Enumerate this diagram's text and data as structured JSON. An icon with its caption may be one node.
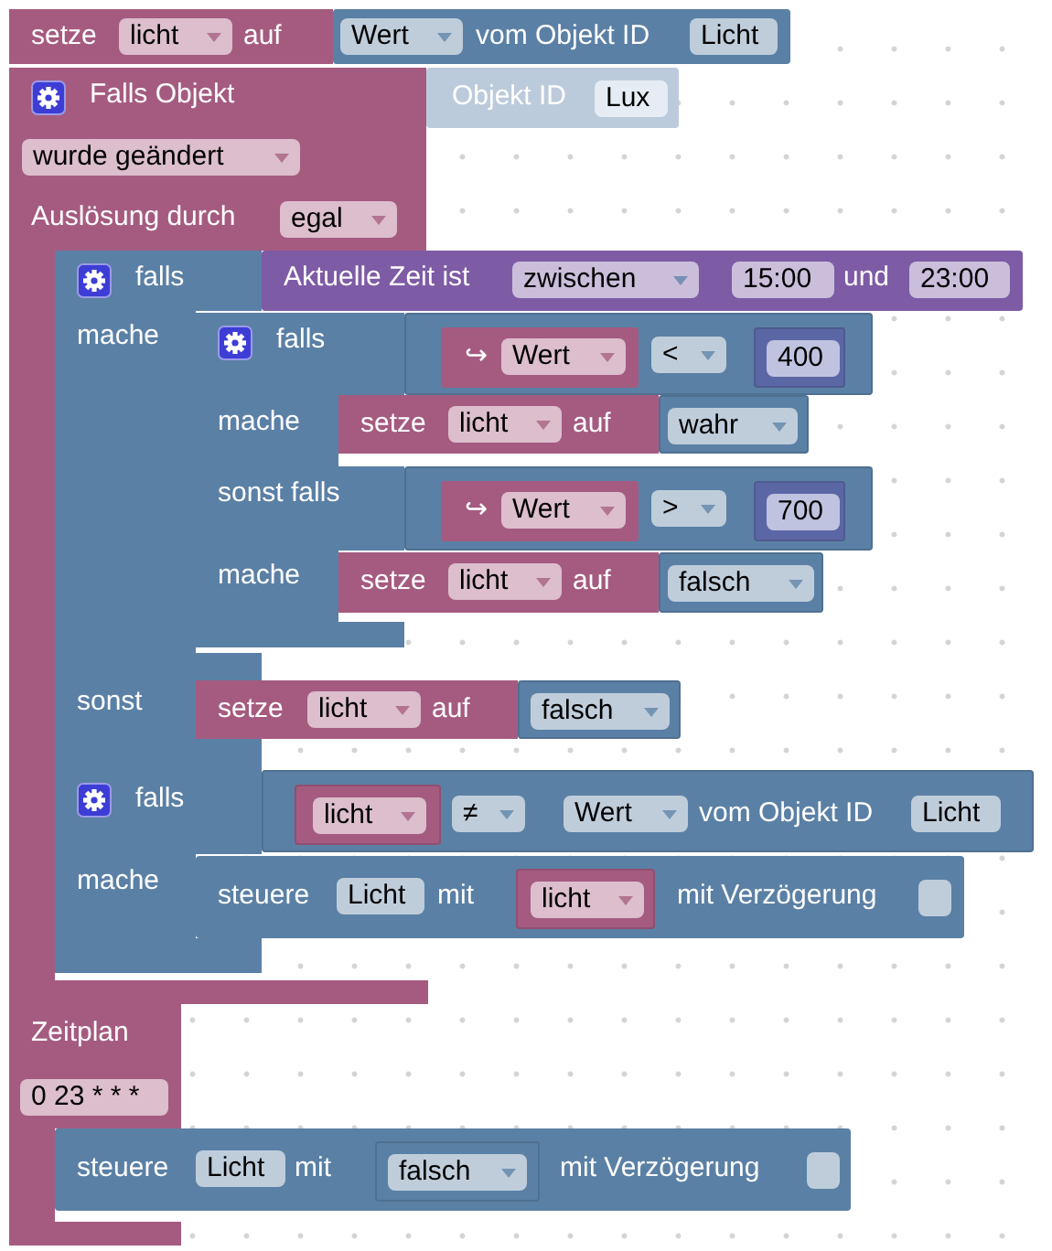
{
  "diagram": {
    "nodes": [
      {
        "text": [
          "setze",
          "auf"
        ]
      },
      {
        "text": [
          "licht"
        ],
        "in": 0
      },
      {
        "text": [
          "vom Objekt ID"
        ],
        "in": 0
      },
      {
        "text": [
          "Wert"
        ],
        "in": 2
      },
      {
        "text": [
          "Licht"
        ],
        "in": 2
      },
      {
        "text": [
          "Falls Objekt",
          "Auslösung durch"
        ]
      },
      {
        "text": [
          "wurde geändert"
        ],
        "in": 5
      },
      {
        "text": [
          "egal"
        ],
        "in": 5
      },
      {
        "text": [
          "Objekt ID"
        ],
        "in": 5
      },
      {
        "text": [
          "Lux"
        ],
        "in": 8
      },
      {
        "text": [
          "falls",
          "mache",
          "sonst"
        ],
        "in": 5
      },
      {
        "text": [
          "Aktuelle Zeit ist",
          "und"
        ],
        "in": 10
      },
      {
        "text": [
          "zwischen"
        ],
        "in": 11
      },
      {
        "text": [
          "15:00"
        ],
        "in": 11
      },
      {
        "text": [
          "23:00"
        ],
        "in": 11
      },
      {
        "text": [
          "falls",
          "mache",
          "sonst falls",
          "mache"
        ],
        "in": 10
      },
      {
        "text": [],
        "shape": "box",
        "in": 15
      },
      {
        "text": [
          "↪"
        ],
        "in": 16
      },
      {
        "text": [
          "Wert"
        ],
        "in": 17
      },
      {
        "text": [
          "<"
        ],
        "in": 16
      },
      {
        "text": [],
        "shape": "box",
        "in": 16
      },
      {
        "text": [
          "400"
        ],
        "in": 20
      },
      {
        "text": [
          "setze",
          "auf"
        ],
        "in": 15
      },
      {
        "text": [
          "licht"
        ],
        "in": 22
      },
      {
        "text": [],
        "shape": "box",
        "in": 22
      },
      {
        "text": [
          "wahr"
        ],
        "in": 24
      },
      {
        "text": [],
        "shape": "box",
        "in": 15
      },
      {
        "text": [
          "↪"
        ],
        "in": 26
      },
      {
        "text": [
          "Wert"
        ],
        "in": 27
      },
      {
        "text": [
          ">"
        ],
        "in": 26
      },
      {
        "text": [],
        "shape": "box",
        "in": 26
      },
      {
        "text": [
          "700"
        ],
        "in": 30
      },
      {
        "text": [
          "setze",
          "auf"
        ],
        "in": 15
      },
      {
        "text": [
          "licht"
        ],
        "in": 32
      },
      {
        "text": [],
        "shape": "box",
        "in": 32
      },
      {
        "text": [
          "falsch"
        ],
        "in": 34
      },
      {
        "text": [
          "setze",
          "auf"
        ],
        "in": 10
      },
      {
        "text": [
          "licht"
        ],
        "in": 36
      },
      {
        "text": [],
        "shape": "box",
        "in": 36
      },
      {
        "text": [
          "falsch"
        ],
        "in": 38
      },
      {
        "text": [
          "falls",
          "mache"
        ],
        "in": 5
      },
      {
        "text": [],
        "shape": "box",
        "in": 40
      },
      {
        "text": [],
        "shape": "box",
        "in": 41
      },
      {
        "text": [
          "licht"
        ],
        "in": 42
      },
      {
        "text": [
          "≠"
        ],
        "in": 41
      },
      {
        "text": [
          "vom Objekt ID"
        ],
        "in": 41
      },
      {
        "text": [
          "Wert"
        ],
        "in": 45
      },
      {
        "text": [
          "Licht"
        ],
        "in": 45
      },
      {
        "text": [
          "steuere",
          "mit",
          "mit Verzögerung"
        ],
        "in": 40
      },
      {
        "text": [
          "Licht"
        ],
        "in": 48
      },
      {
        "text": [],
        "shape": "box",
        "in": 48
      },
      {
        "text": [
          "licht"
        ],
        "in": 50
      },
      {
        "text": [
          "Zeitplan"
        ]
      },
      {
        "text": [
          "0 23 * * *"
        ],
        "in": 52
      },
      {
        "text": [
          "steuere",
          "mit",
          "mit Verzögerung"
        ],
        "in": 52
      },
      {
        "text": [
          "Licht"
        ],
        "in": 54
      },
      {
        "text": [],
        "shape": "box",
        "in": 54
      },
      {
        "text": [
          "falsch"
        ],
        "in": 56
      }
    ]
  }
}
